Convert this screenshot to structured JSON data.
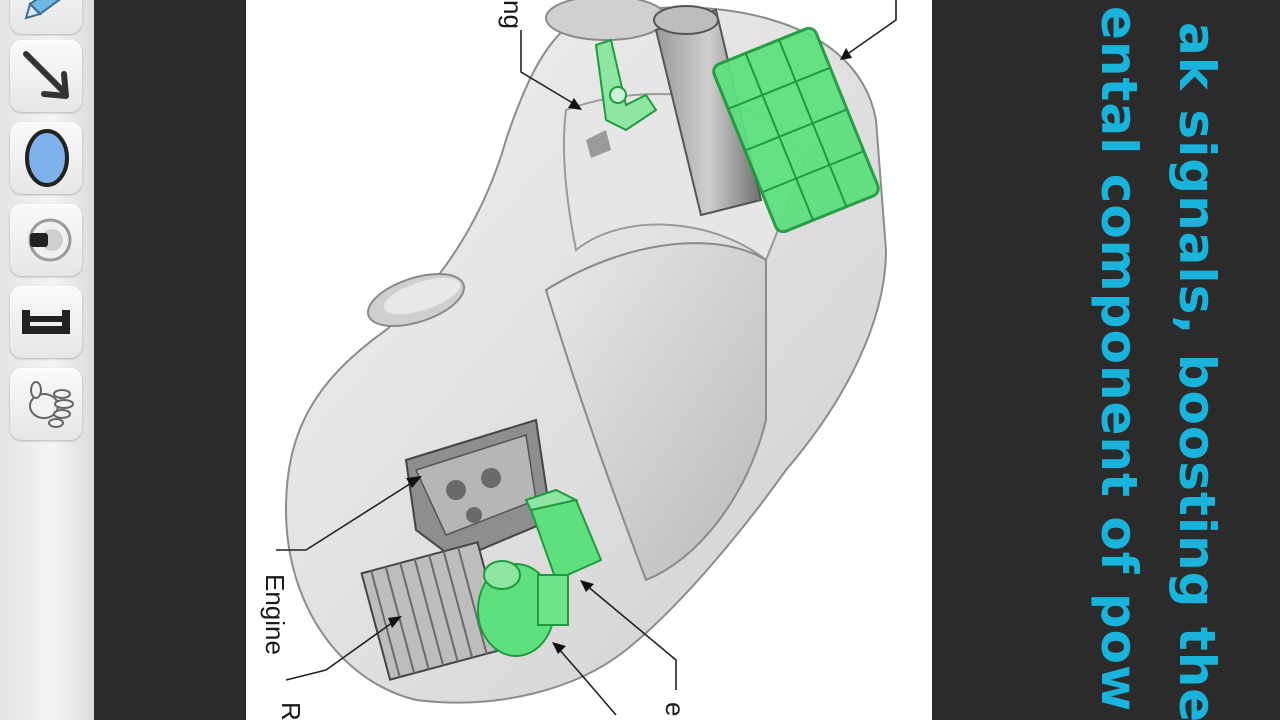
{
  "toolbar": {
    "tools": [
      {
        "name": "marker-tool",
        "icon": "marker-icon"
      },
      {
        "name": "arrow-tool",
        "icon": "arrow-icon"
      },
      {
        "name": "ellipse-tool",
        "icon": "ellipse-icon"
      },
      {
        "name": "spotlight-tool",
        "icon": "spotlight-icon"
      },
      {
        "name": "text-tool",
        "icon": "text-icon"
      },
      {
        "name": "hand-tool",
        "icon": "hand-icon"
      }
    ]
  },
  "diagram": {
    "labels": {
      "top_fragment": "ng",
      "engine": "Engine",
      "bottom_left_fragment": "R",
      "bottom_right_fragment": "e"
    },
    "colors": {
      "highlight_green": "#3fd66a",
      "body_gray": "#d9d9d9",
      "dark_gray": "#7a7a7a"
    }
  },
  "caption": {
    "line1": "ak signals, boosting the",
    "line2": "ental component of pow",
    "color": "#19b3dc"
  }
}
